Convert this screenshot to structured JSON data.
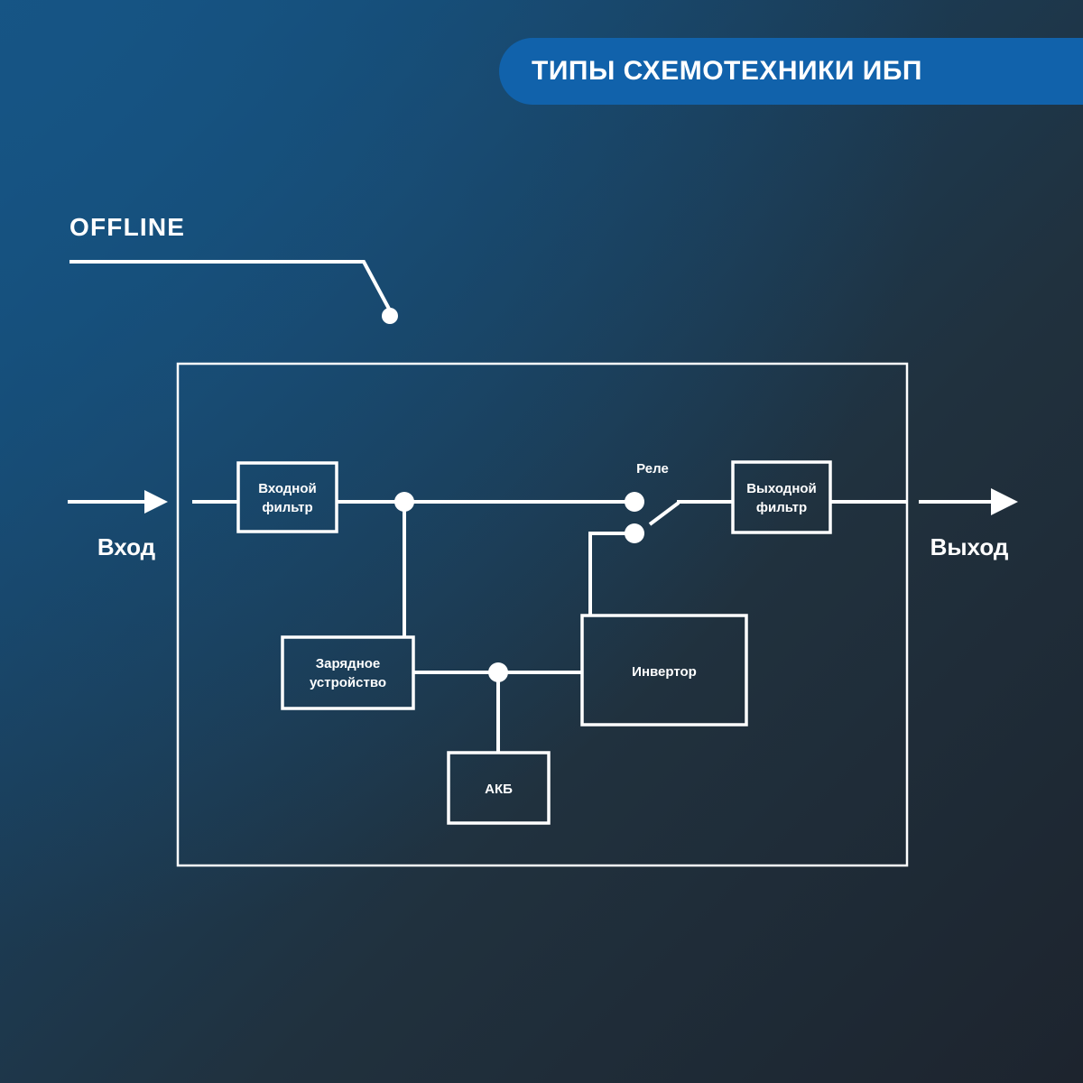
{
  "title": {
    "text": "ТИПЫ СХЕМОТЕХНИКИ ИБП",
    "pill_color": "#1162ab",
    "text_color": "#ffffff"
  },
  "section": {
    "label": "OFFLINE"
  },
  "colors": {
    "background_top_left": "#135182",
    "background_bottom_right": "#1d242e",
    "line": "#ffffff",
    "accent": "#1162ab"
  },
  "diagram": {
    "type": "block-diagram",
    "enclosure_label": "",
    "io": {
      "input_label": "Вход",
      "output_label": "Выход"
    },
    "blocks": [
      {
        "id": "input-filter",
        "label_line1": "Входной",
        "label_line2": "фильтр"
      },
      {
        "id": "output-filter",
        "label_line1": "Выходной",
        "label_line2": "фильтр"
      },
      {
        "id": "charger",
        "label_line1": "Зарядное",
        "label_line2": "устройство"
      },
      {
        "id": "inverter",
        "label_line1": "Инвертор",
        "label_line2": ""
      },
      {
        "id": "battery",
        "label_line1": "АКБ",
        "label_line2": ""
      }
    ],
    "annotations": [
      {
        "id": "relay",
        "label": "Реле"
      }
    ]
  }
}
